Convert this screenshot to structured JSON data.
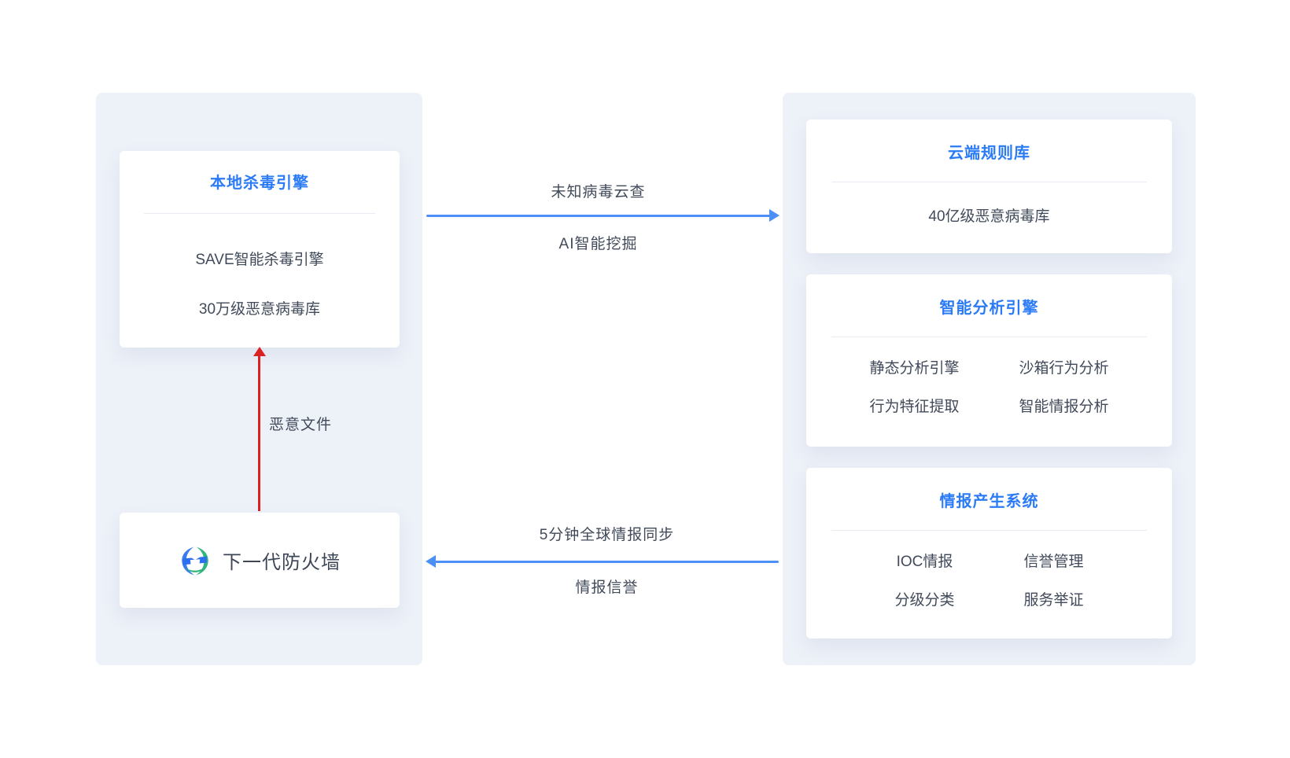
{
  "colors": {
    "panel_background": "#edf1f8",
    "card_background": "#ffffff",
    "title_blue": "#2c7bf6",
    "arrow_blue": "#4c8ff7",
    "arrow_red": "#d92222",
    "body_text": "#414a5a",
    "divider": "#e8ebf2",
    "logo_blue": "#3b7bf2",
    "logo_green": "#2fb57d"
  },
  "left_panel": {
    "engine_card": {
      "title": "本地杀毒引擎",
      "lines": [
        "SAVE智能杀毒引擎",
        "30万级恶意病毒库"
      ]
    },
    "firewall_card": {
      "icon": "ngfw-shield-logo",
      "label": "下一代防火墙"
    },
    "upload_flow_label": "恶意文件"
  },
  "right_panel": {
    "cards": [
      {
        "title": "云端规则库",
        "content": "40亿级恶意病毒库"
      },
      {
        "title": "智能分析引擎",
        "rows": [
          [
            "静态分析引擎",
            "沙箱行为分析"
          ],
          [
            "行为特征提取",
            "智能情报分析"
          ]
        ]
      },
      {
        "title": "情报产生系统",
        "rows": [
          [
            "IOC情报",
            "信誉管理"
          ],
          [
            "分级分类",
            "服务举证"
          ]
        ]
      }
    ]
  },
  "flows": {
    "to_cloud": {
      "direction": "right",
      "label_above": "未知病毒云查",
      "label_below": "AI智能挖掘"
    },
    "to_firewall": {
      "direction": "left",
      "label_above": "5分钟全球情报同步",
      "label_below": "情报信誉"
    }
  }
}
